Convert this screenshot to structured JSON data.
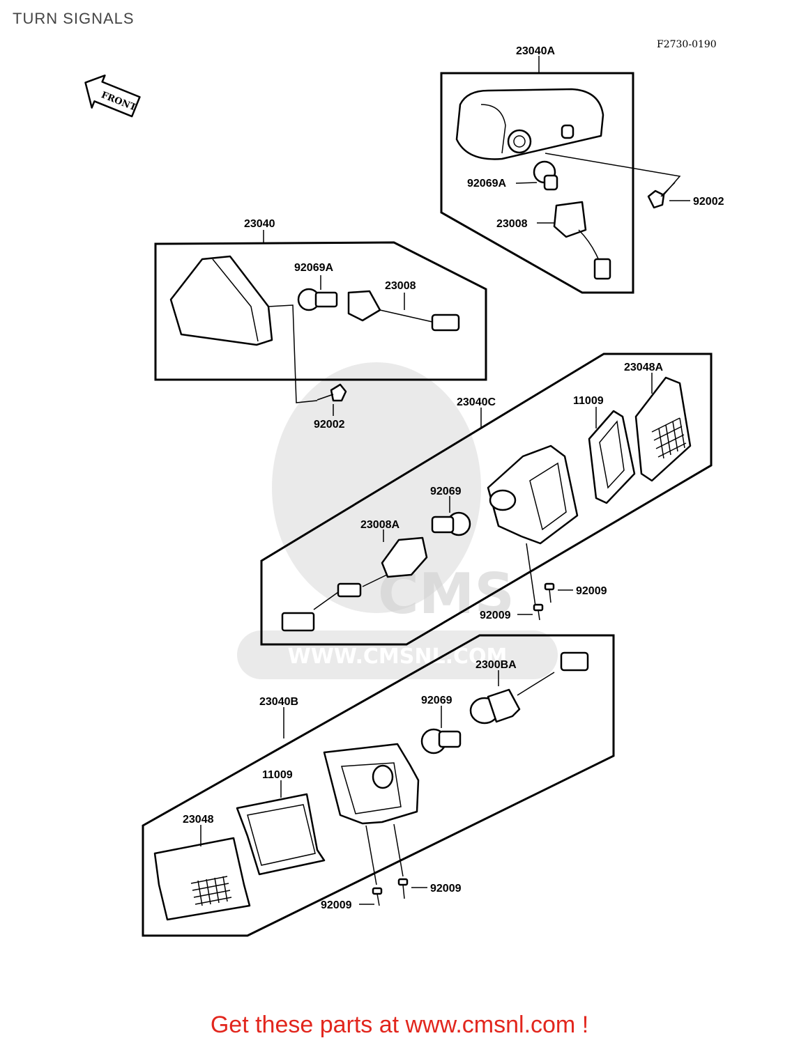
{
  "title": "TURN SIGNALS",
  "figure_code": "F2730-0190",
  "front_arrow": "FRONT",
  "watermark": "WWW.CMSNL.COM",
  "watermark_logo_text": "CMS",
  "footer": "Get these parts at www.cmsnl.com !",
  "footer_color": "#e2261d",
  "labels": {
    "a_23040A": "23040A",
    "a_92069A": "92069A",
    "a_23008": "23008",
    "a_92002": "92002",
    "b_23040": "23040",
    "b_92069A": "92069A",
    "b_23008": "23008",
    "b_92002": "92002",
    "c_23040C": "23040C",
    "c_23048A": "23048A",
    "c_11009": "11009",
    "c_92069": "92069",
    "c_23008A": "23008A",
    "c_92009_r": "92009",
    "c_92009_l": "92009",
    "d_23040B": "23040B",
    "d_2300BA": "2300BA",
    "d_92069": "92069",
    "d_11009": "11009",
    "d_23048": "23048",
    "d_92009_r": "92009",
    "d_92009_l": "92009"
  }
}
